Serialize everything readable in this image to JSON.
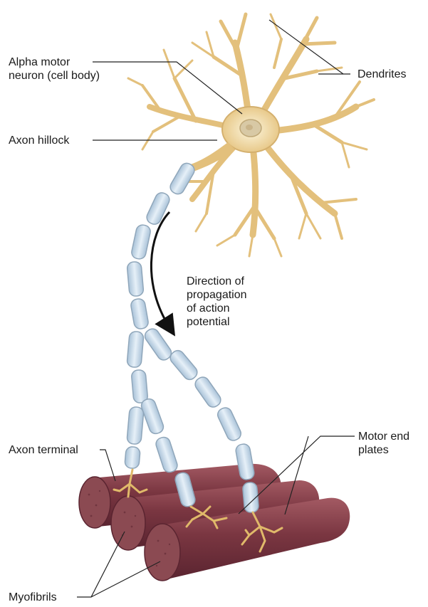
{
  "labels": {
    "alpha_motor_neuron_line1": "Alpha motor",
    "alpha_motor_neuron_line2": "neuron (cell body)",
    "axon_hillock": "Axon hillock",
    "dendrites": "Dendrites",
    "direction_line1": "Direction of",
    "direction_line2": "propagation",
    "direction_line3": "of action",
    "direction_line4": "potential",
    "axon_terminal": "Axon terminal",
    "motor_end_plates_line1": "Motor end",
    "motor_end_plates_line2": "plates",
    "myofibrils": "Myofibrils"
  },
  "colors": {
    "dendrite": "#e8c98a",
    "dendrite_edge": "#c9a45c",
    "soma_core": "#f3e2b8",
    "myelin": "#c8dced",
    "myelin_edge": "#8fa6ba",
    "muscle": "#7a3641",
    "muscle_light": "#a35a63",
    "muscle_end": "#8b4a52",
    "leader_line": "#222222"
  }
}
